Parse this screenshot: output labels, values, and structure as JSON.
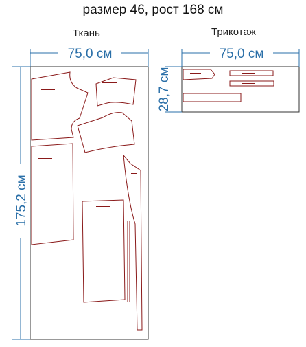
{
  "title": "размер 46, рост 168 см",
  "panels": {
    "fabric": {
      "label": "Ткань",
      "width": "75,0 см",
      "length": "175,2 см"
    },
    "knit": {
      "label": "Трикотаж",
      "width": "75,0 см",
      "length": "28,7 см"
    }
  },
  "colors": {
    "dimension": "#2a6fa8",
    "piece_outline": "#8a1a1a",
    "sheet_outline": "#333333"
  }
}
